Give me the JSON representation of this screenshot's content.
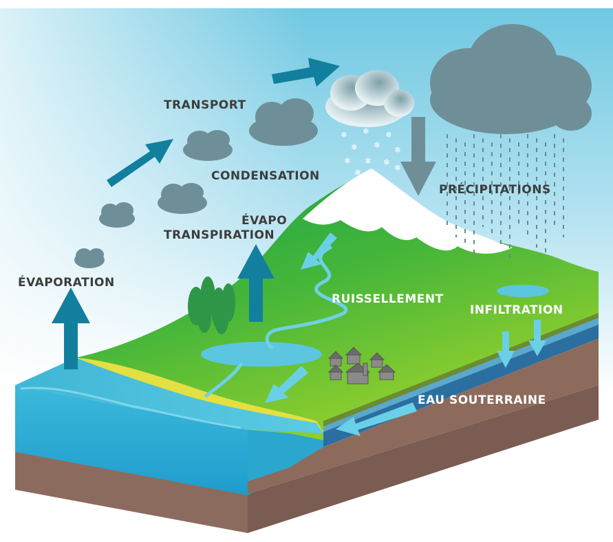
{
  "diagram": {
    "labels": {
      "transport": "TRANSPORT",
      "condensation": "CONDENSATION",
      "precipitations": "PRÉCIPITATIONS",
      "evapotranspiration_1": "ÉVAPO",
      "evapotranspiration_2": "TRANSPIRATION",
      "evaporation": "ÉVAPORATION",
      "ruissellement": "RUISSELLEMENT",
      "infiltration": "INFILTRATION",
      "eau_souterraine": "EAU SOUTERRAINE"
    },
    "colors": {
      "sky_top": "#7fcfe6",
      "sky_bottom": "#ffffff",
      "ocean": "#4cc1dc",
      "ocean_dark": "#1da3c9",
      "soil": "#8a6a5e",
      "land_dark": "#1a9a45",
      "land_light": "#8fd02f",
      "snow": "#ffffff",
      "cloud": "#6f8f98",
      "arrow_dark": "#127f9e",
      "arrow_light": "#6ad0e8",
      "beach": "#e6e04a",
      "tree": "#2f9a48"
    }
  }
}
